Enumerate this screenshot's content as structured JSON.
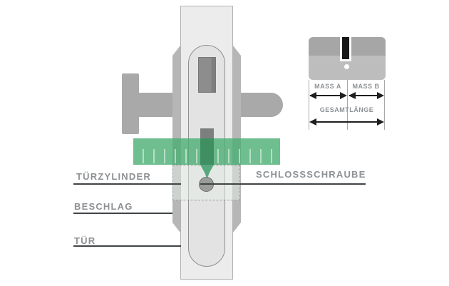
{
  "callouts": {
    "tuerzylinder": {
      "label": "TÜRZYLINDER"
    },
    "beschlag": {
      "label": "BESCHLAG"
    },
    "tuer": {
      "label": "TÜR"
    },
    "schlossschraube": {
      "label": "SCHLOSSSCHRAUBE"
    }
  },
  "dimensions": {
    "mass_a": {
      "label": "MASS A"
    },
    "mass_b": {
      "label": "MASS B"
    },
    "gesamtlaenge": {
      "label": "GESAMTLÄNGE"
    }
  },
  "colors": {
    "accent_green": "#4bae74",
    "screw_dark_green": "#3f8f63",
    "metal_gray": "#a9a9a9",
    "case_gray": "#b6b6b6",
    "door_gray": "#ececec",
    "label_gray": "#8d9194",
    "callout_line_dark": "#3f4446"
  }
}
